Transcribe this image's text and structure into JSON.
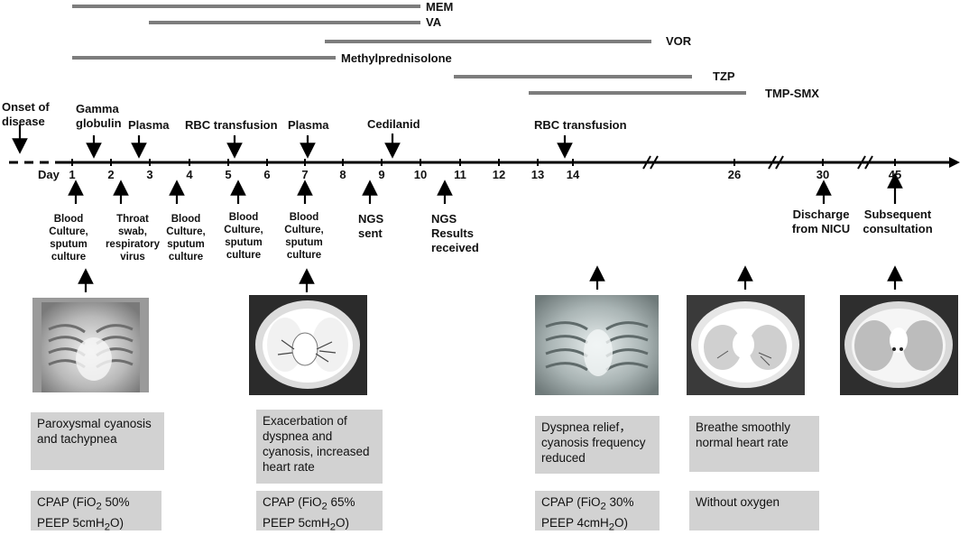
{
  "drugs": [
    {
      "name": "MEM"
    },
    {
      "name": "VA"
    },
    {
      "name": "VOR"
    },
    {
      "name": "Methylprednisolone"
    },
    {
      "name": "TZP"
    },
    {
      "name": "TMP-SMX"
    }
  ],
  "timeline": {
    "onset_label": "Onset of disease",
    "day_prefix": "Day",
    "ticks": [
      "1",
      "2",
      "3",
      "4",
      "5",
      "6",
      "7",
      "8",
      "9",
      "10",
      "11",
      "12",
      "13",
      "14",
      "26",
      "30",
      "45"
    ]
  },
  "events_above": [
    {
      "label": "Gamma globulin"
    },
    {
      "label": "Plasma"
    },
    {
      "label": "RBC transfusion"
    },
    {
      "label": "Plasma"
    },
    {
      "label": "Cedilanid"
    },
    {
      "label": "RBC transfusion"
    }
  ],
  "tests_below": [
    {
      "label": "Blood Culture, sputum culture"
    },
    {
      "label": "Throat swab, respiratory virus"
    },
    {
      "label": "Blood Culture, sputum culture"
    },
    {
      "label": "Blood Culture, sputum culture"
    },
    {
      "label": "Blood Culture, sputum culture"
    },
    {
      "label": "NGS sent"
    },
    {
      "label": "NGS Results received"
    },
    {
      "label": "Discharge from NICU"
    },
    {
      "label": "Subsequent consultation"
    }
  ],
  "symptoms": [
    {
      "text": "Paroxysmal cyanosis and tachypnea"
    },
    {
      "text": "Exacerbation of dyspnea and cyanosis, increased heart rate"
    },
    {
      "text": "Dyspnea relief，cyanosis frequency reduced"
    },
    {
      "text": "Breathe smoothly normal heart rate"
    }
  ],
  "support": [
    {
      "line1_pre": "CPAP (FiO",
      "sub": "2",
      "line1_post": " 50%",
      "line2_pre": "PEEP 5cmH",
      "sub2": "2",
      "line2_post": "O)"
    },
    {
      "line1_pre": "CPAP (FiO",
      "sub": "2",
      "line1_post": " 65%",
      "line2_pre": "PEEP 5cmH",
      "sub2": "2",
      "line2_post": "O)"
    },
    {
      "line1_pre": "CPAP (FiO",
      "sub": "2",
      "line1_post": " 30%",
      "line2_pre": "PEEP 4cmH",
      "sub2": "2",
      "line2_post": "O)"
    },
    {
      "text": "Without oxygen"
    }
  ],
  "colors": {
    "bar": "#7d7d7d",
    "box": "#d2d2d2",
    "axis": "#000000"
  }
}
